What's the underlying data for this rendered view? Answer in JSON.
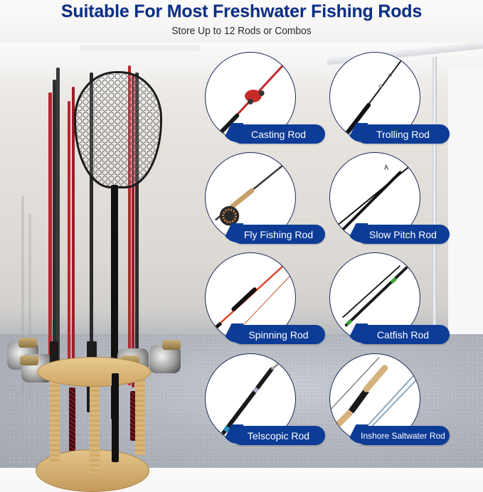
{
  "header": {
    "title": "Suitable For Most Freshwater Fishing Rods",
    "subtitle": "Store Up to 12 Rods or Combos"
  },
  "colors": {
    "title_blue": "#0c2f86",
    "pill_blue": "#0d3c97",
    "pill_text": "#ffffff"
  },
  "product_image": {
    "description": "Round bamboo fishing rod rack holding rods, reels and a landing net",
    "capacity": 12
  },
  "rod_types": [
    {
      "label": "Casting Rod",
      "icon": "casting-rod-icon"
    },
    {
      "label": "Trolling Rod",
      "icon": "trolling-rod-icon"
    },
    {
      "label": "Fly Fishing Rod",
      "icon": "fly-fishing-rod-icon"
    },
    {
      "label": "Slow Pitch Rod",
      "icon": "slow-pitch-rod-icon"
    },
    {
      "label": "Spinning Rod",
      "icon": "spinning-rod-icon"
    },
    {
      "label": "Catfish Rod",
      "icon": "catfish-rod-icon"
    },
    {
      "label": "Telscopic Rod",
      "icon": "telescopic-rod-icon"
    },
    {
      "label": "Inshore Saltwater Rod",
      "icon": "inshore-saltwater-rod-icon"
    }
  ]
}
